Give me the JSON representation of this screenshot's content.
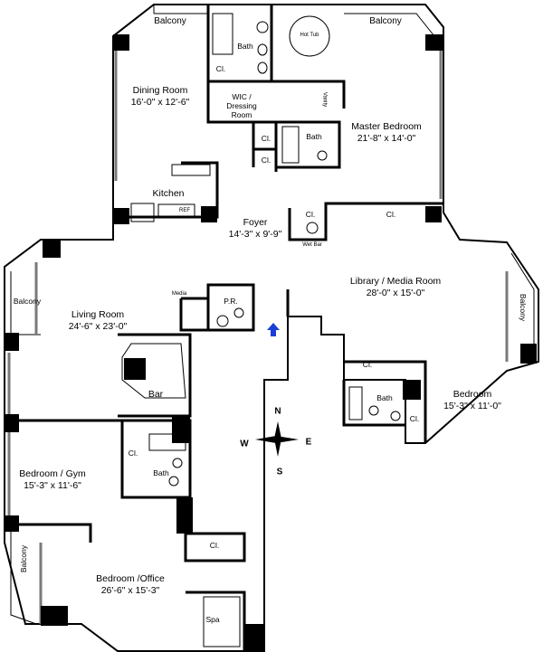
{
  "colors": {
    "wall": "#000000",
    "floor": "#ffffff",
    "arrow": "#1a3fd6",
    "window": "#7a7a7a"
  },
  "rooms": {
    "balcony_top_left": "Balcony",
    "balcony_top_right": "Balcony",
    "balcony_left": "Balcony",
    "balcony_right": "Balcony",
    "balcony_bottom_left": "Balcony",
    "dining_name": "Dining Room",
    "dining_dim": "16'-0\" x 12'-6\"",
    "bath_top": "Bath",
    "closet_top": "Cl.",
    "hot_tub": "Hot Tub",
    "wic_line1": "WIC /",
    "wic_line2": "Dressing",
    "wic_line3": "Room",
    "vanity": "Vanity",
    "master_name": "Master Bedroom",
    "master_dim": "21'-8\" x 14'-0\"",
    "master_bath": "Bath",
    "closet_m1": "Cl.",
    "closet_m2": "Cl.",
    "closet_m3": "Cl.",
    "closet_m4": "Cl.",
    "kitchen": "Kitchen",
    "ref": "REF",
    "foyer_name": "Foyer",
    "foyer_dim": "14'-3\" x 9'-9\"",
    "wet_bar": "Wet Bar",
    "library_name": "Library / Media Room",
    "library_dim": "28'-0\" x 15'-0\"",
    "media": "Media",
    "powder": "P.R.",
    "living_name": "Living Room",
    "living_dim": "24'-6\" x 23'-0\"",
    "bar": "Bar",
    "closet_br": "Cl.",
    "bath_br": "Bath",
    "bedroom_name": "Bedroom",
    "bedroom_dim": "15'-3\" x 11'-0\"",
    "closet_br2": "Cl.",
    "gym_name": "Bedroom / Gym",
    "gym_dim": "15'-3\" x 11'-6\"",
    "closet_gym": "Cl.",
    "bath_gym": "Bath",
    "closet_office": "Cl.",
    "office_name": "Bedroom /Office",
    "office_dim": "26'-6\" x 15'-3\"",
    "spa": "Spa"
  },
  "compass": {
    "n": "N",
    "s": "S",
    "e": "E",
    "w": "W"
  },
  "entry_arrow_icon": "up-arrow-icon"
}
